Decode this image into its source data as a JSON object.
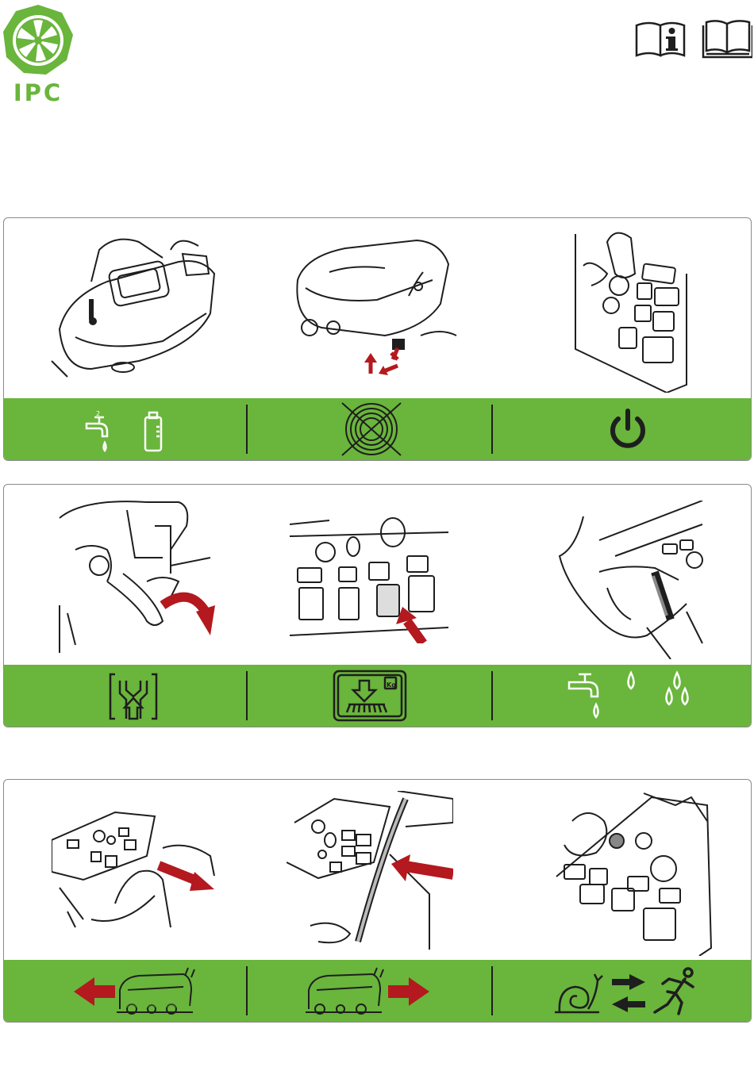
{
  "brand": {
    "logo_text": "IPC",
    "color": "#6ab53c"
  },
  "header_icons": [
    "manual-info-icon",
    "manual-book-icon"
  ],
  "colors": {
    "band": "#6ab53c",
    "arrow": "#b3191f",
    "line": "#1e1e1e"
  },
  "panels": [
    {
      "id": "panel-1",
      "steps": [
        {
          "illustration": "fill-solution-tank-illustration",
          "icon": "water-tap-and-detergent-icon",
          "tap_label": "2"
        },
        {
          "illustration": "mount-brush-illustration",
          "icon": "no-brush-icon"
        },
        {
          "illustration": "key-switch-on-illustration",
          "icon": "power-icon"
        }
      ]
    },
    {
      "id": "panel-2",
      "steps": [
        {
          "illustration": "lower-squeegee-lever-illustration",
          "icon": "squeegee-down-icon"
        },
        {
          "illustration": "brush-pressure-button-illustration",
          "icon": "brush-pressure-icon",
          "weight_label": "Kg"
        },
        {
          "illustration": "water-flow-adjust-illustration",
          "icon": "water-flow-levels-icon"
        }
      ]
    },
    {
      "id": "panel-3",
      "steps": [
        {
          "illustration": "pull-lever-reverse-illustration",
          "icon": "reverse-direction-icon"
        },
        {
          "illustration": "push-lever-forward-illustration",
          "icon": "forward-direction-icon"
        },
        {
          "illustration": "speed-selector-illustration",
          "icon": "slow-fast-speed-icon"
        }
      ]
    }
  ]
}
